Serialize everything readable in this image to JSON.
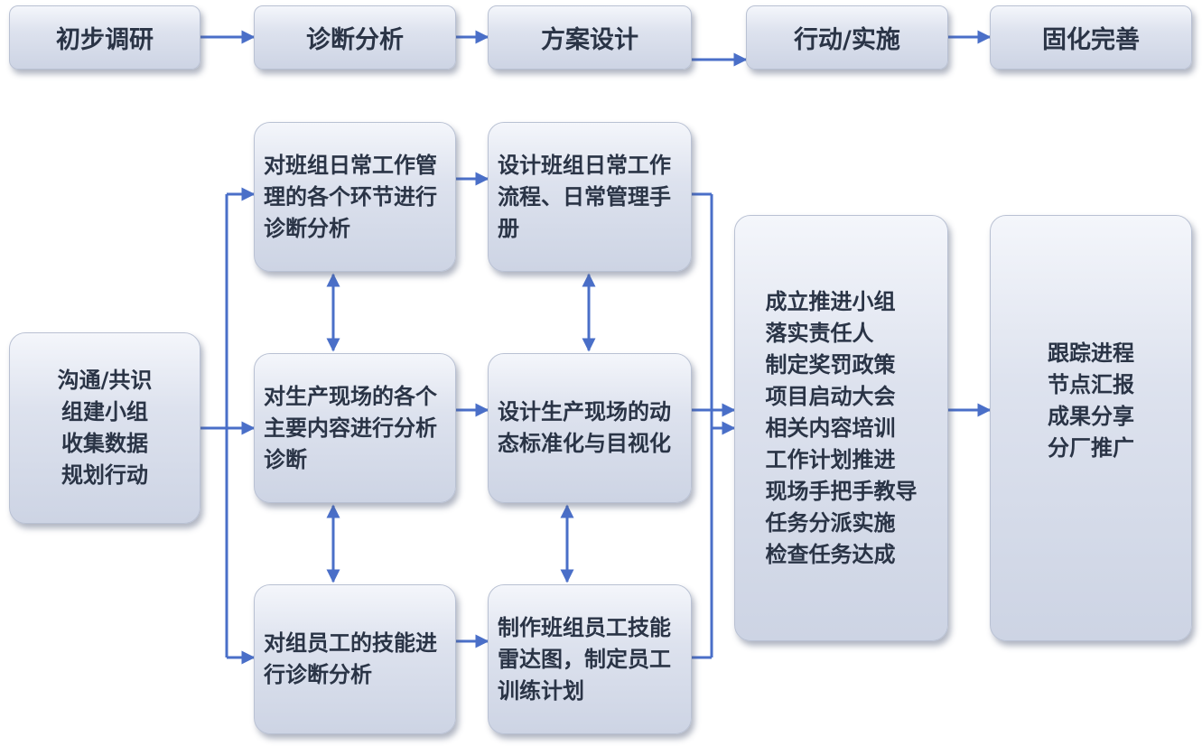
{
  "stages": [
    "初步调研",
    "诊断分析",
    "方案设计",
    "行动/实施",
    "固化完善"
  ],
  "start_box": [
    "沟通/共识",
    "组建小组",
    "收集数据",
    "规划行动"
  ],
  "diagnosis": [
    "对班组日常工作管理的各个环节进行诊断分析",
    "对生产现场的各个主要内容进行分析诊断",
    "对组员工的技能进行诊断分析"
  ],
  "design": [
    "设计班组日常工作流程、日常管理手册",
    "设计生产现场的动态标准化与目视化",
    "制作班组员工技能雷达图，制定员工训练计划"
  ],
  "implementation": [
    "成立推进小组",
    "落实责任人",
    "制定奖罚政策",
    "项目启动大会",
    "相关内容培训",
    "工作计划推进",
    "现场手把手教导",
    "任务分派实施",
    "检查任务达成"
  ],
  "consolidation": [
    "跟踪进程",
    "节点汇报",
    "成果分享",
    "分厂推广"
  ],
  "colors": {
    "arrow": "#4a6fc8",
    "text": "#2a3446"
  }
}
